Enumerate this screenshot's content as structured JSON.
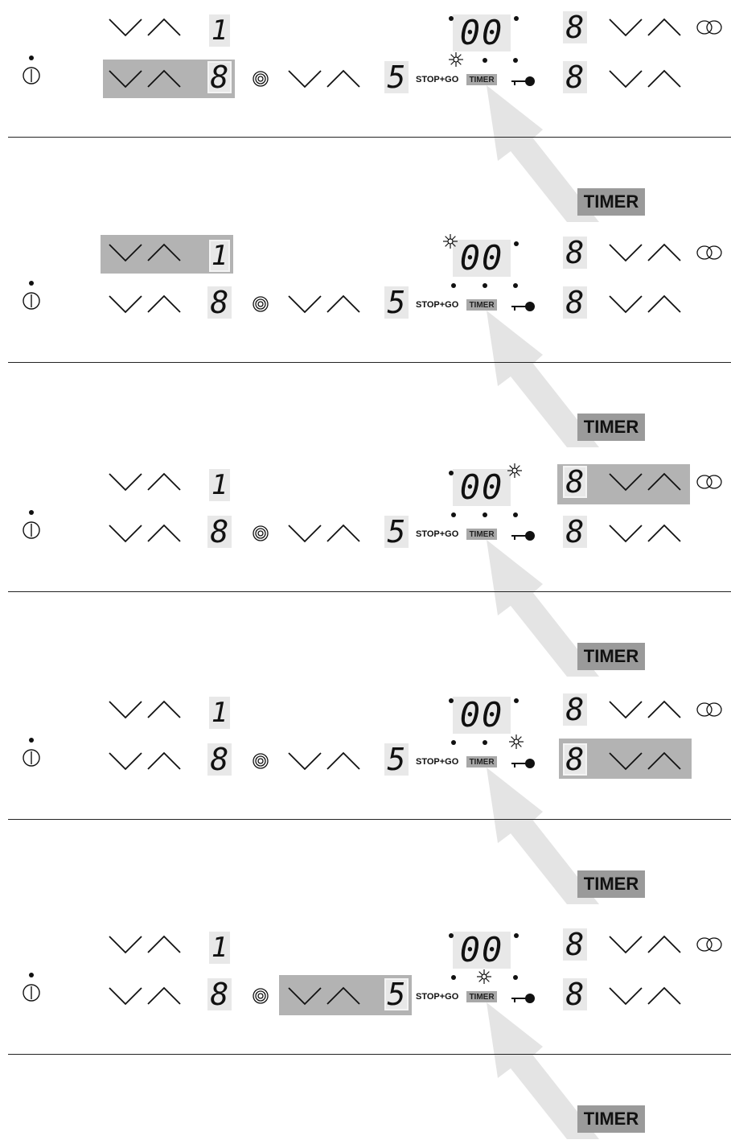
{
  "panels": [
    {
      "highlight": "left-front-zone"
    },
    {
      "highlight": "left-rear-zone"
    },
    {
      "highlight": "right-rear-zone"
    },
    {
      "highlight": "right-front-zone"
    },
    {
      "highlight": "center-zone"
    }
  ],
  "display": {
    "left_rear_level": "1",
    "left_front_level": "8",
    "center_level": "5",
    "right_rear_level": "8",
    "right_front_level": "8",
    "timer_value": "00"
  },
  "labels": {
    "stop_go": "STOP+GO",
    "timer_key": "TIMER",
    "timer_callout": "TIMER"
  },
  "icons": {
    "power": "power-icon",
    "dual_ring": "dual-ring-icon",
    "oval_zone": "oval-zone-icon",
    "key_lock": "key-lock-icon",
    "minus": "chevron-down-icon",
    "plus": "chevron-up-icon",
    "sun": "flashing-indicator-icon"
  },
  "colors": {
    "highlight": "#b3b3b3",
    "display_bg": "#e8e8e8",
    "arrow": "#e4e4e4",
    "callout": "#9a9a9a"
  }
}
